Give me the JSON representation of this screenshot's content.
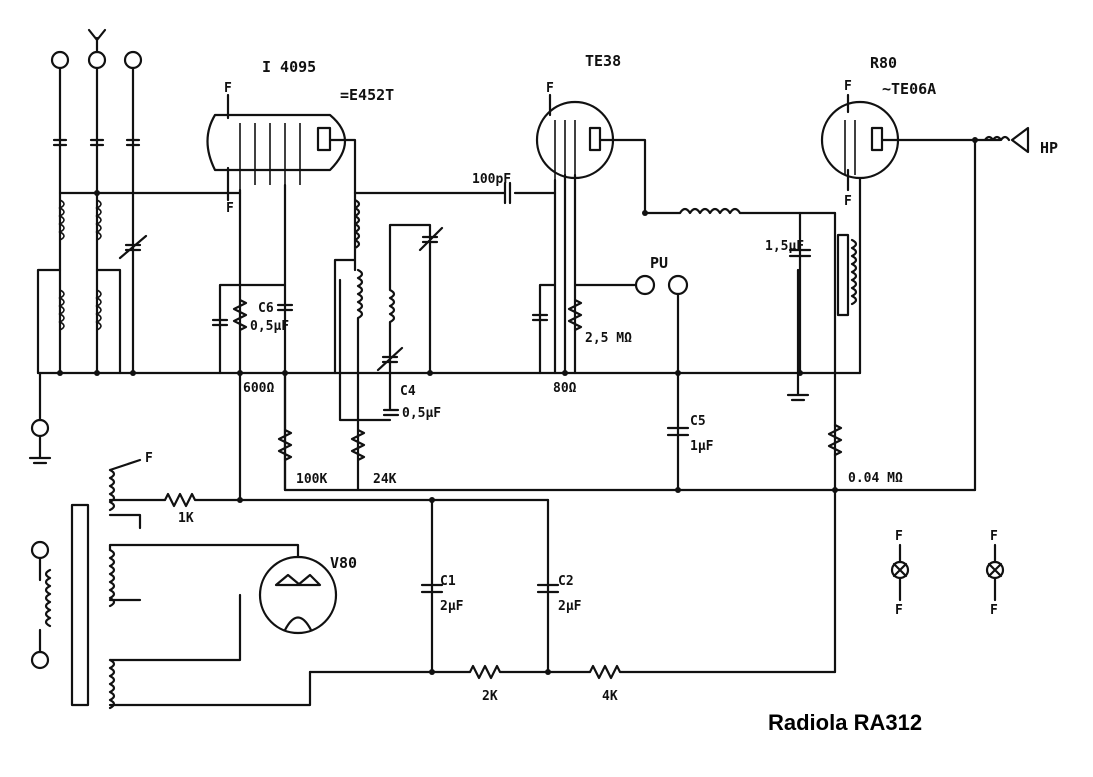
{
  "title": "Radiola RA312",
  "tubes": {
    "t1_name": "I 4095",
    "t1_equiv": "=E452T",
    "t2_name": "TE38",
    "t3_name": "R80",
    "t3_equiv": "~TE06A",
    "rect_name": "V80"
  },
  "labels": {
    "filament": "F",
    "speaker": "HP",
    "pickup": "PU",
    "c_100pf": "100pF",
    "c6": "C6",
    "c6_val": "0,5µF",
    "r_600": "600Ω",
    "r_80": "80Ω",
    "r_2_5m": "2,5 MΩ",
    "c4": "C4",
    "c4_val": "0,5µF",
    "c5": "C5",
    "c5_val": "1µF",
    "c_1_5": "1,5µF",
    "r_100k": "100K",
    "r_24k": "24K",
    "r_004m": "0.04 MΩ",
    "r_1k": "1K",
    "c1": "C1",
    "c1_val": "2µF",
    "c2": "C2",
    "c2_val": "2µF",
    "r_2k": "2K",
    "r_4k": "4K"
  }
}
